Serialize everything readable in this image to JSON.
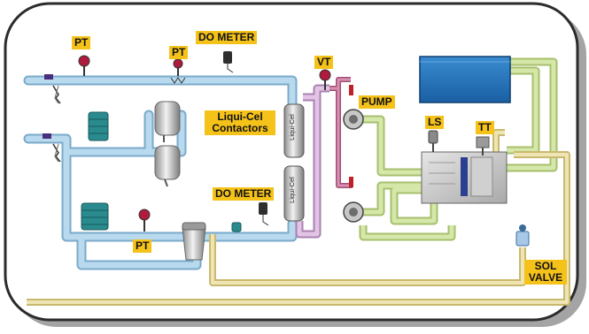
{
  "labels": {
    "pt_top_left": "PT",
    "pt_top_mid": "PT",
    "do_meter_top": "DO METER",
    "vt": "VT",
    "pump": "PUMP",
    "ls": "LS",
    "tt": "TT",
    "contactors_line1": "Liqui-Cel",
    "contactors_line2": "Contactors",
    "do_meter_bottom": "DO METER",
    "pt_bottom": "PT",
    "sol_valve_line1": "SOL",
    "sol_valve_line2": "VALVE",
    "contactor_brand_upper": "Liqui-Cel",
    "contactor_brand_lower": "Liqui-Cel"
  },
  "colors": {
    "water_pipe": "#b8d9ee",
    "pipe_outline": "#7aaacb",
    "vacuum_pipe": "#d9b8dd",
    "green_pipe": "#cfe0a6",
    "yellow_pipe": "#eadfa2",
    "tank_blue": "#1f6fb7",
    "pump_teal": "#2a8b8e",
    "label_bg": "#f5c21a",
    "frame_border": "#2b2b2b"
  }
}
